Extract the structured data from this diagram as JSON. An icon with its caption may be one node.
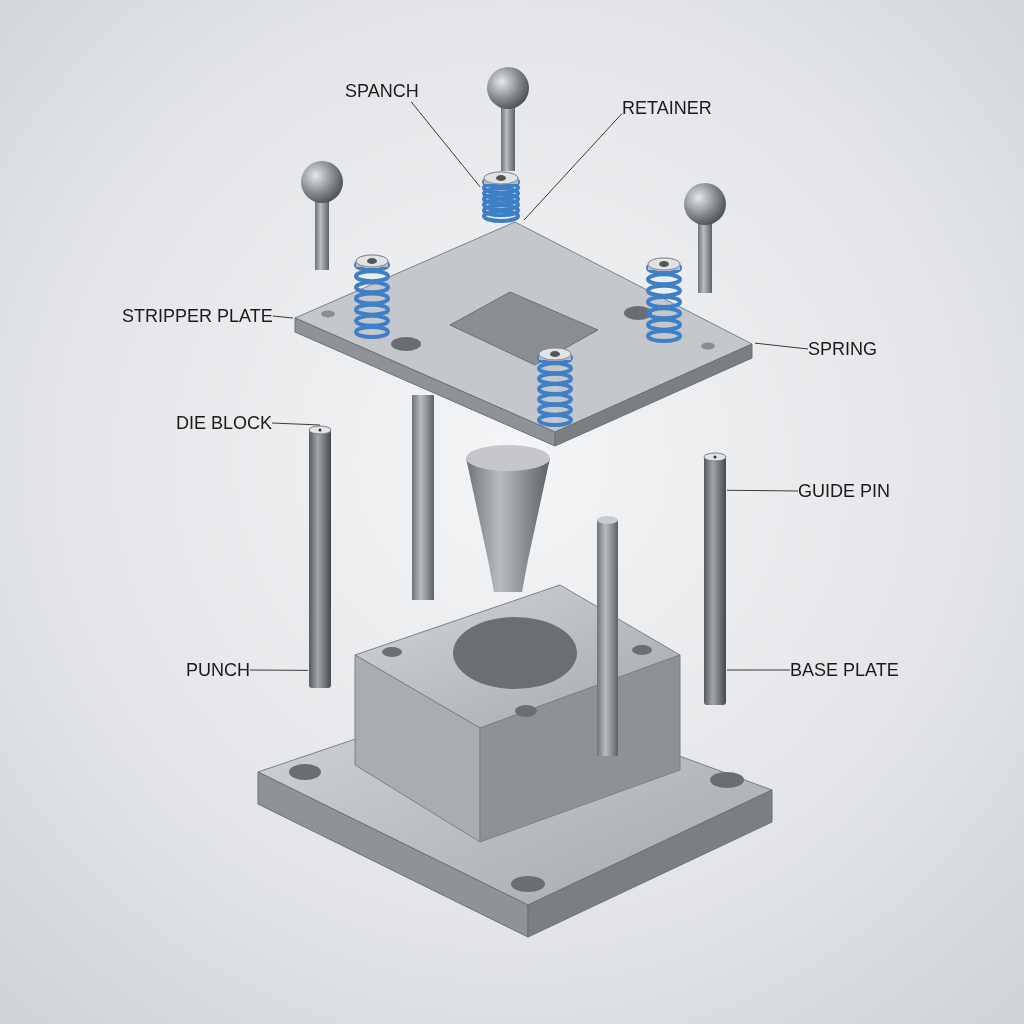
{
  "diagram": {
    "nodes": [
      {
        "text": [
          "SPANCH"
        ]
      },
      {
        "text": [
          "RETAINER"
        ]
      },
      {
        "text": [
          "STRIPPER PLATE"
        ]
      },
      {
        "text": [
          "SPRING"
        ]
      },
      {
        "text": [
          "DIE BLOCK"
        ]
      },
      {
        "text": [
          "GUIDE PIN"
        ]
      },
      {
        "text": [
          "PUNCH"
        ]
      },
      {
        "text": [
          "BASE PLATE"
        ]
      },
      {
        "text": [],
        "shape": "picture"
      },
      {
        "text": [],
        "shape": "picture"
      },
      {
        "text": [],
        "shape": "picture"
      },
      {
        "text": [],
        "shape": "picture"
      }
    ],
    "edges": [
      {
        "from": 0,
        "to": 8,
        "arrow": "none"
      },
      {
        "from": 1,
        "to": 9,
        "arrow": "none"
      },
      {
        "from": 2,
        "to": 9,
        "arrow": "none"
      },
      {
        "from": 3,
        "to": 9,
        "arrow": "none"
      },
      {
        "from": 4,
        "to": 10,
        "arrow": "none"
      },
      {
        "from": 5,
        "to": 11,
        "arrow": "none"
      },
      {
        "from": 6,
        "to": 10,
        "arrow": "none"
      },
      {
        "from": 7,
        "to": 11,
        "arrow": "none"
      }
    ]
  }
}
